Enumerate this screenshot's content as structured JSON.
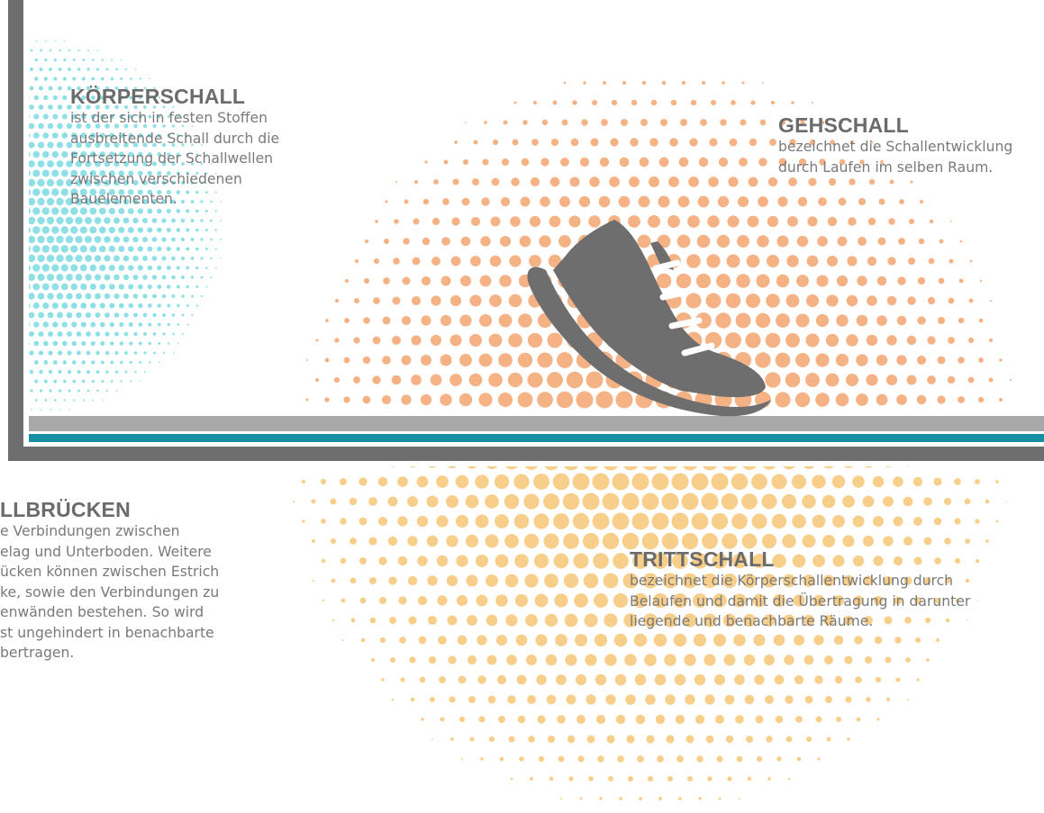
{
  "colors": {
    "cyan_dots": "#8fe0e6",
    "orange_dots": "#f5b285",
    "yellow_dots": "#f8cf8a",
    "wall_gray": "#6e6e6e",
    "floor_gray": "#a8a8a8",
    "teal_stripe": "#168fa3",
    "shoe": "#6e6e6e",
    "text_gray": "#7a7a7a",
    "heading_gray": "#6b6b6b"
  },
  "icons": [
    "shoe-icon"
  ],
  "koerperschall": {
    "heading": "KÖRPERSCHALL",
    "lines": [
      "ist der sich in festen Stoffen",
      "ausbreitende Schall durch die",
      "Fortsetzung der Schallwellen",
      "zwischen verschiedenen",
      "Bauelementen."
    ]
  },
  "gehschall": {
    "heading": "GEHSCHALL",
    "lines": [
      "bezeichnet die Schallentwicklung",
      "durch Laufen im selben Raum."
    ]
  },
  "schallbruecken": {
    "heading": "LLBRÜCKEN",
    "lines": [
      "e Verbindungen zwischen",
      "elag und Unterboden. Weitere",
      "ücken können zwischen Estrich",
      "ke, sowie den Verbindungen zu",
      "enwänden bestehen. So wird",
      "st ungehindert in benachbarte",
      "bertragen."
    ]
  },
  "trittschall": {
    "heading": "TRITTSCHALL",
    "lines": [
      "bezeichnet die Körperschallentwicklung durch",
      "Belaufen und damit die Übertragung in darunter",
      "liegende und benachbarte Räume."
    ]
  }
}
